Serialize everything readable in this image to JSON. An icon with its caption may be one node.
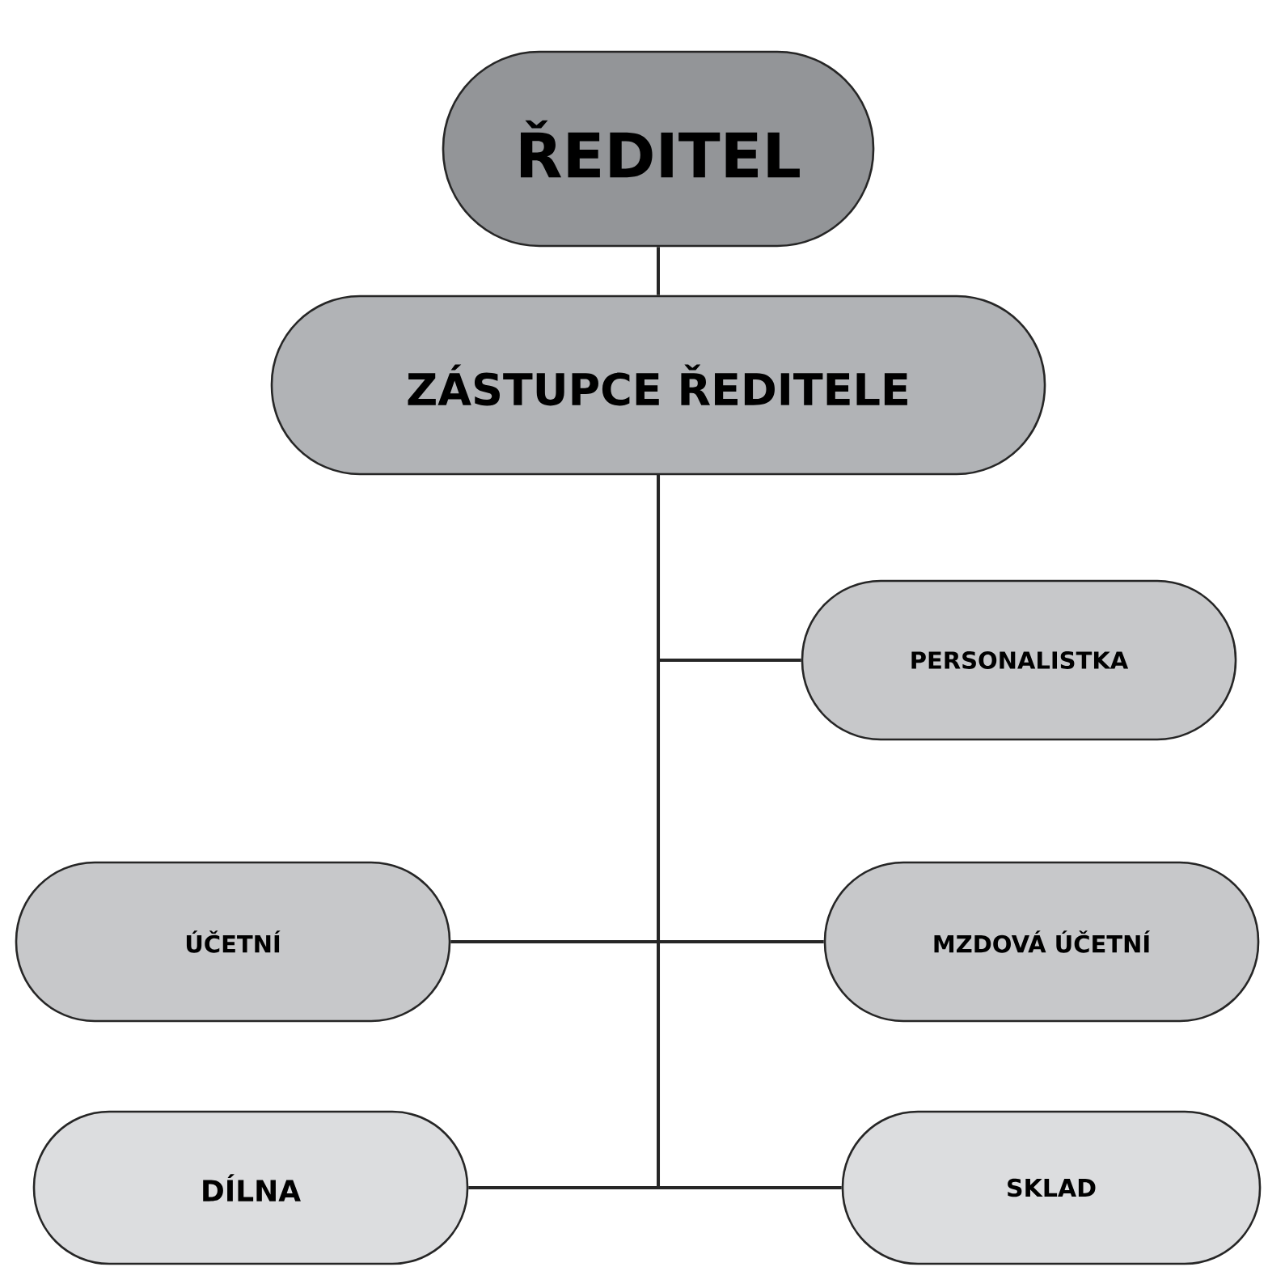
{
  "diagram": {
    "nodes": [
      {
        "text": [
          "ŘEDITEL"
        ]
      },
      {
        "text": [
          "ZÁSTUPCE ŘEDITELE"
        ]
      },
      {
        "text": [
          "PERSONALISTKA"
        ]
      },
      {
        "text": [
          "ÚČETNÍ"
        ]
      },
      {
        "text": [
          "MZDOVÁ ÚČETNÍ"
        ]
      },
      {
        "text": [
          "DÍLNA"
        ]
      },
      {
        "text": [
          "SKLAD"
        ]
      }
    ],
    "edges": [
      {
        "from": 0,
        "to": 1,
        "arrow": "none"
      },
      {
        "from": 1,
        "to": 2,
        "arrow": "none"
      },
      {
        "from": 1,
        "to": 3,
        "arrow": "none"
      },
      {
        "from": 1,
        "to": 4,
        "arrow": "none"
      },
      {
        "from": 1,
        "to": 5,
        "arrow": "none"
      },
      {
        "from": 1,
        "to": 6,
        "arrow": "none"
      }
    ]
  }
}
